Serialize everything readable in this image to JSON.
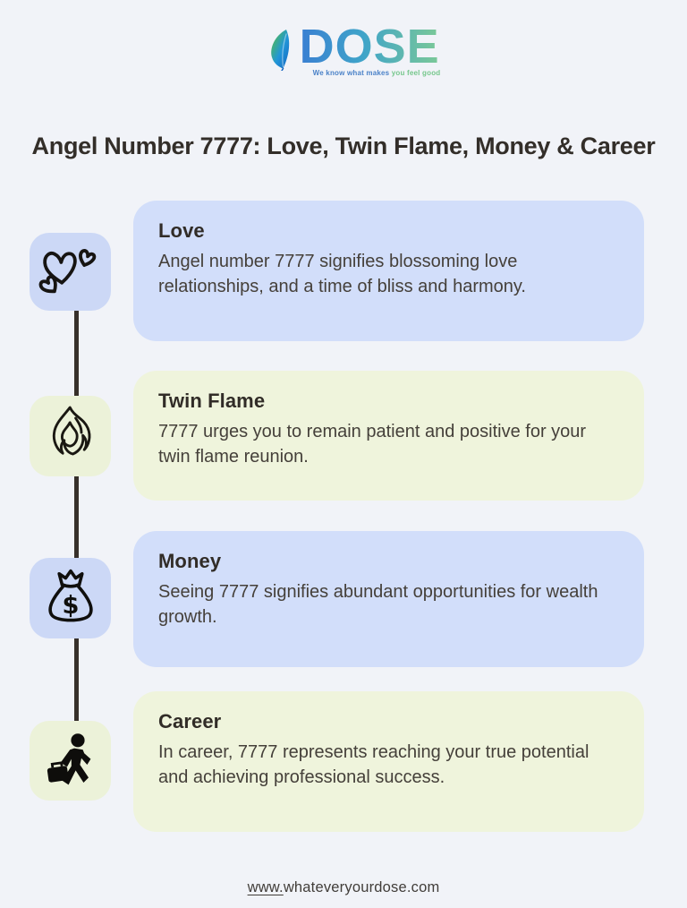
{
  "page": {
    "background_color": "#f1f3f8",
    "timeline_color": "#37302a"
  },
  "logo": {
    "wordmark": "DOSE",
    "tagline_blue": "We know what makes",
    "tagline_green": "you feel good",
    "leaf_gradient": [
      "#5cc233",
      "#2196d8",
      "#1565c0"
    ],
    "wordmark_gradient": [
      "#3a7fd2",
      "#7cc997"
    ]
  },
  "title": "Angel Number 7777: Love, Twin Flame, Money & Career",
  "sections": [
    {
      "heading": "Love",
      "body": "Angel number 7777 signifies blossoming love relationships, and a time of bliss and harmony.",
      "card_color": "#d2defa",
      "icon_tile_color": "#ccd8f6",
      "icon": "hearts-icon"
    },
    {
      "heading": "Twin Flame",
      "body": "7777 urges you to remain patient and positive for your twin flame reunion.",
      "card_color": "#eff4dc",
      "icon_tile_color": "#ecf2d9",
      "icon": "flame-icon"
    },
    {
      "heading": "Money",
      "body": "Seeing 7777 signifies abundant opportunities for wealth growth.",
      "card_color": "#d2defa",
      "icon_tile_color": "#ccd8f6",
      "icon": "money-bag-icon"
    },
    {
      "heading": "Career",
      "body": "In career, 7777 represents reaching your true potential and achieving professional success.",
      "card_color": "#eff4dc",
      "icon_tile_color": "#ecf2d9",
      "icon": "businessman-icon"
    }
  ],
  "footer": {
    "url_www": "www.",
    "url_rest": "whateveryourdose.com"
  }
}
